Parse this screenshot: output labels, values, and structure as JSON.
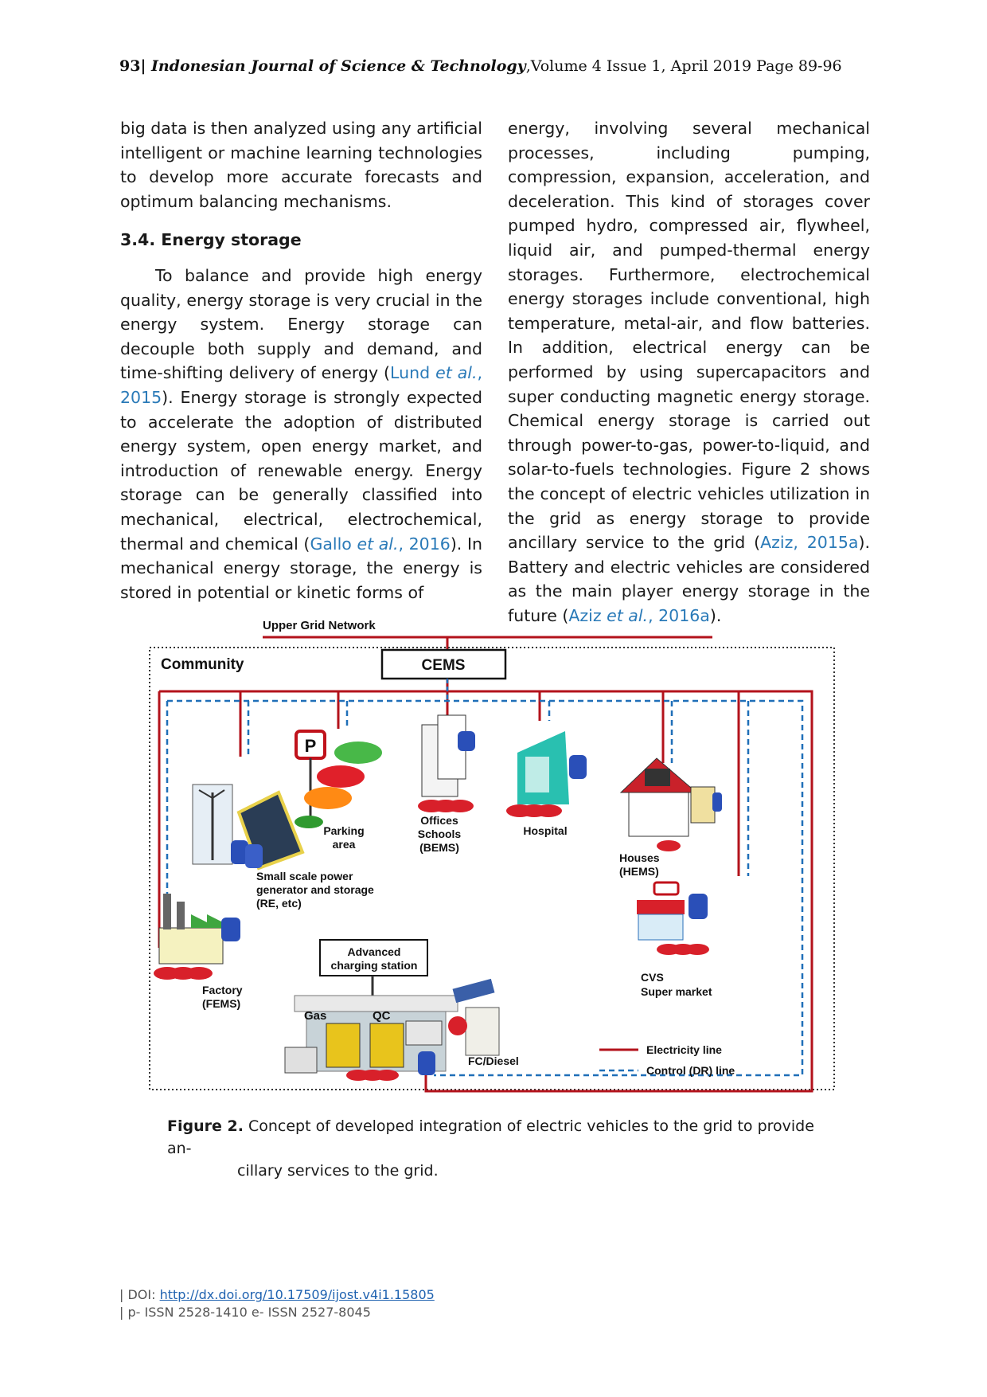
{
  "header": {
    "page_number": "93",
    "journal": "Indonesian Journal of Science & Technology",
    "volume_info": "Volume 4 Issue 1, April 2019 Page 89-96"
  },
  "left_column": {
    "p1": "big data is then analyzed using any artificial intelligent or machine learning technologies to develop more accurate forecasts and optimum balancing mechanisms.",
    "heading": "3.4. Energy storage",
    "p2_a": "To balance and provide high energy quality, energy storage is very crucial in the energy system. Energy storage can decouple both supply and demand, and time-shifting delivery of energy (",
    "cite1_author": "Lund ",
    "cite1_etal": "et al.",
    "cite1_year": ", 2015",
    "p2_b": "). Energy storage is strongly expected to accelerate the adoption of distributed energy system, open energy market, and introduction of renewable energy. Energy storage can be generally classified into mechanical, electrical, electrochemical, thermal and chemical (",
    "cite2_author": "Gallo ",
    "cite2_etal": "et al.",
    "cite2_year": ", 2016",
    "p2_c": "). In mechanical energy storage, the energy is stored in potential or kinetic forms of"
  },
  "right_column": {
    "p_a": "energy, involving several mechanical processes, including pumping, compression, expansion, acceleration, and deceleration. This kind of storages cover pumped hydro, compressed air, flywheel, liquid air, and pumped-thermal energy storages. Furthermore, electrochemical energy storages include conventional, high temperature, metal-air, and flow batteries. In addition, electrical energy can be performed by using supercapacitors and super conducting magnetic energy storage. Chemical energy storage is carried out through power-to-gas, power-to-liquid, and solar-to-fuels technologies. Figure 2 shows the concept of electric vehicles utilization in the grid as energy storage to provide ancillary service to the grid (",
    "cite3": "Aziz, 2015a",
    "p_b": "). Battery and electric vehicles are considered as the main player energy storage in the future (",
    "cite4_author": "Aziz ",
    "cite4_etal": "et al.",
    "cite4_year": ", 2016a",
    "p_c": ")."
  },
  "figure": {
    "upper_grid": "Upper Grid Network",
    "community": "Community",
    "cems": "CEMS",
    "parking_sign": "P",
    "parking": [
      "Parking",
      "area"
    ],
    "offices": [
      "Offices",
      "Schools",
      "(BEMS)"
    ],
    "hospital": "Hospital",
    "small_scale": [
      "Small scale power",
      "generator and storage",
      "(RE, etc)"
    ],
    "houses": [
      "Houses",
      "(HEMS)"
    ],
    "factory": [
      "Factory",
      "(FEMS)"
    ],
    "charging": [
      "Advanced",
      "charging station"
    ],
    "gas": "Gas",
    "qc": "QC",
    "fc_diesel": "FC/Diesel",
    "cvs": [
      "CVS",
      "Super market"
    ],
    "legend_electricity": "Electricity line",
    "legend_control": "Control (DR) line",
    "colors": {
      "electricity": "#b3121b",
      "control": "#1f6fb8"
    }
  },
  "caption": {
    "label": "Figure 2.",
    "text_line1": " Concept of developed integration of electric vehicles to the grid to provide an-",
    "text_line2": "cillary services to the grid."
  },
  "footer": {
    "doi_prefix": "| DOI: ",
    "doi_link": "http://dx.doi.org/10.17509/ijost.v4i1.15805",
    "issn": "| p- ISSN 2528-1410 e- ISSN 2527-8045"
  }
}
